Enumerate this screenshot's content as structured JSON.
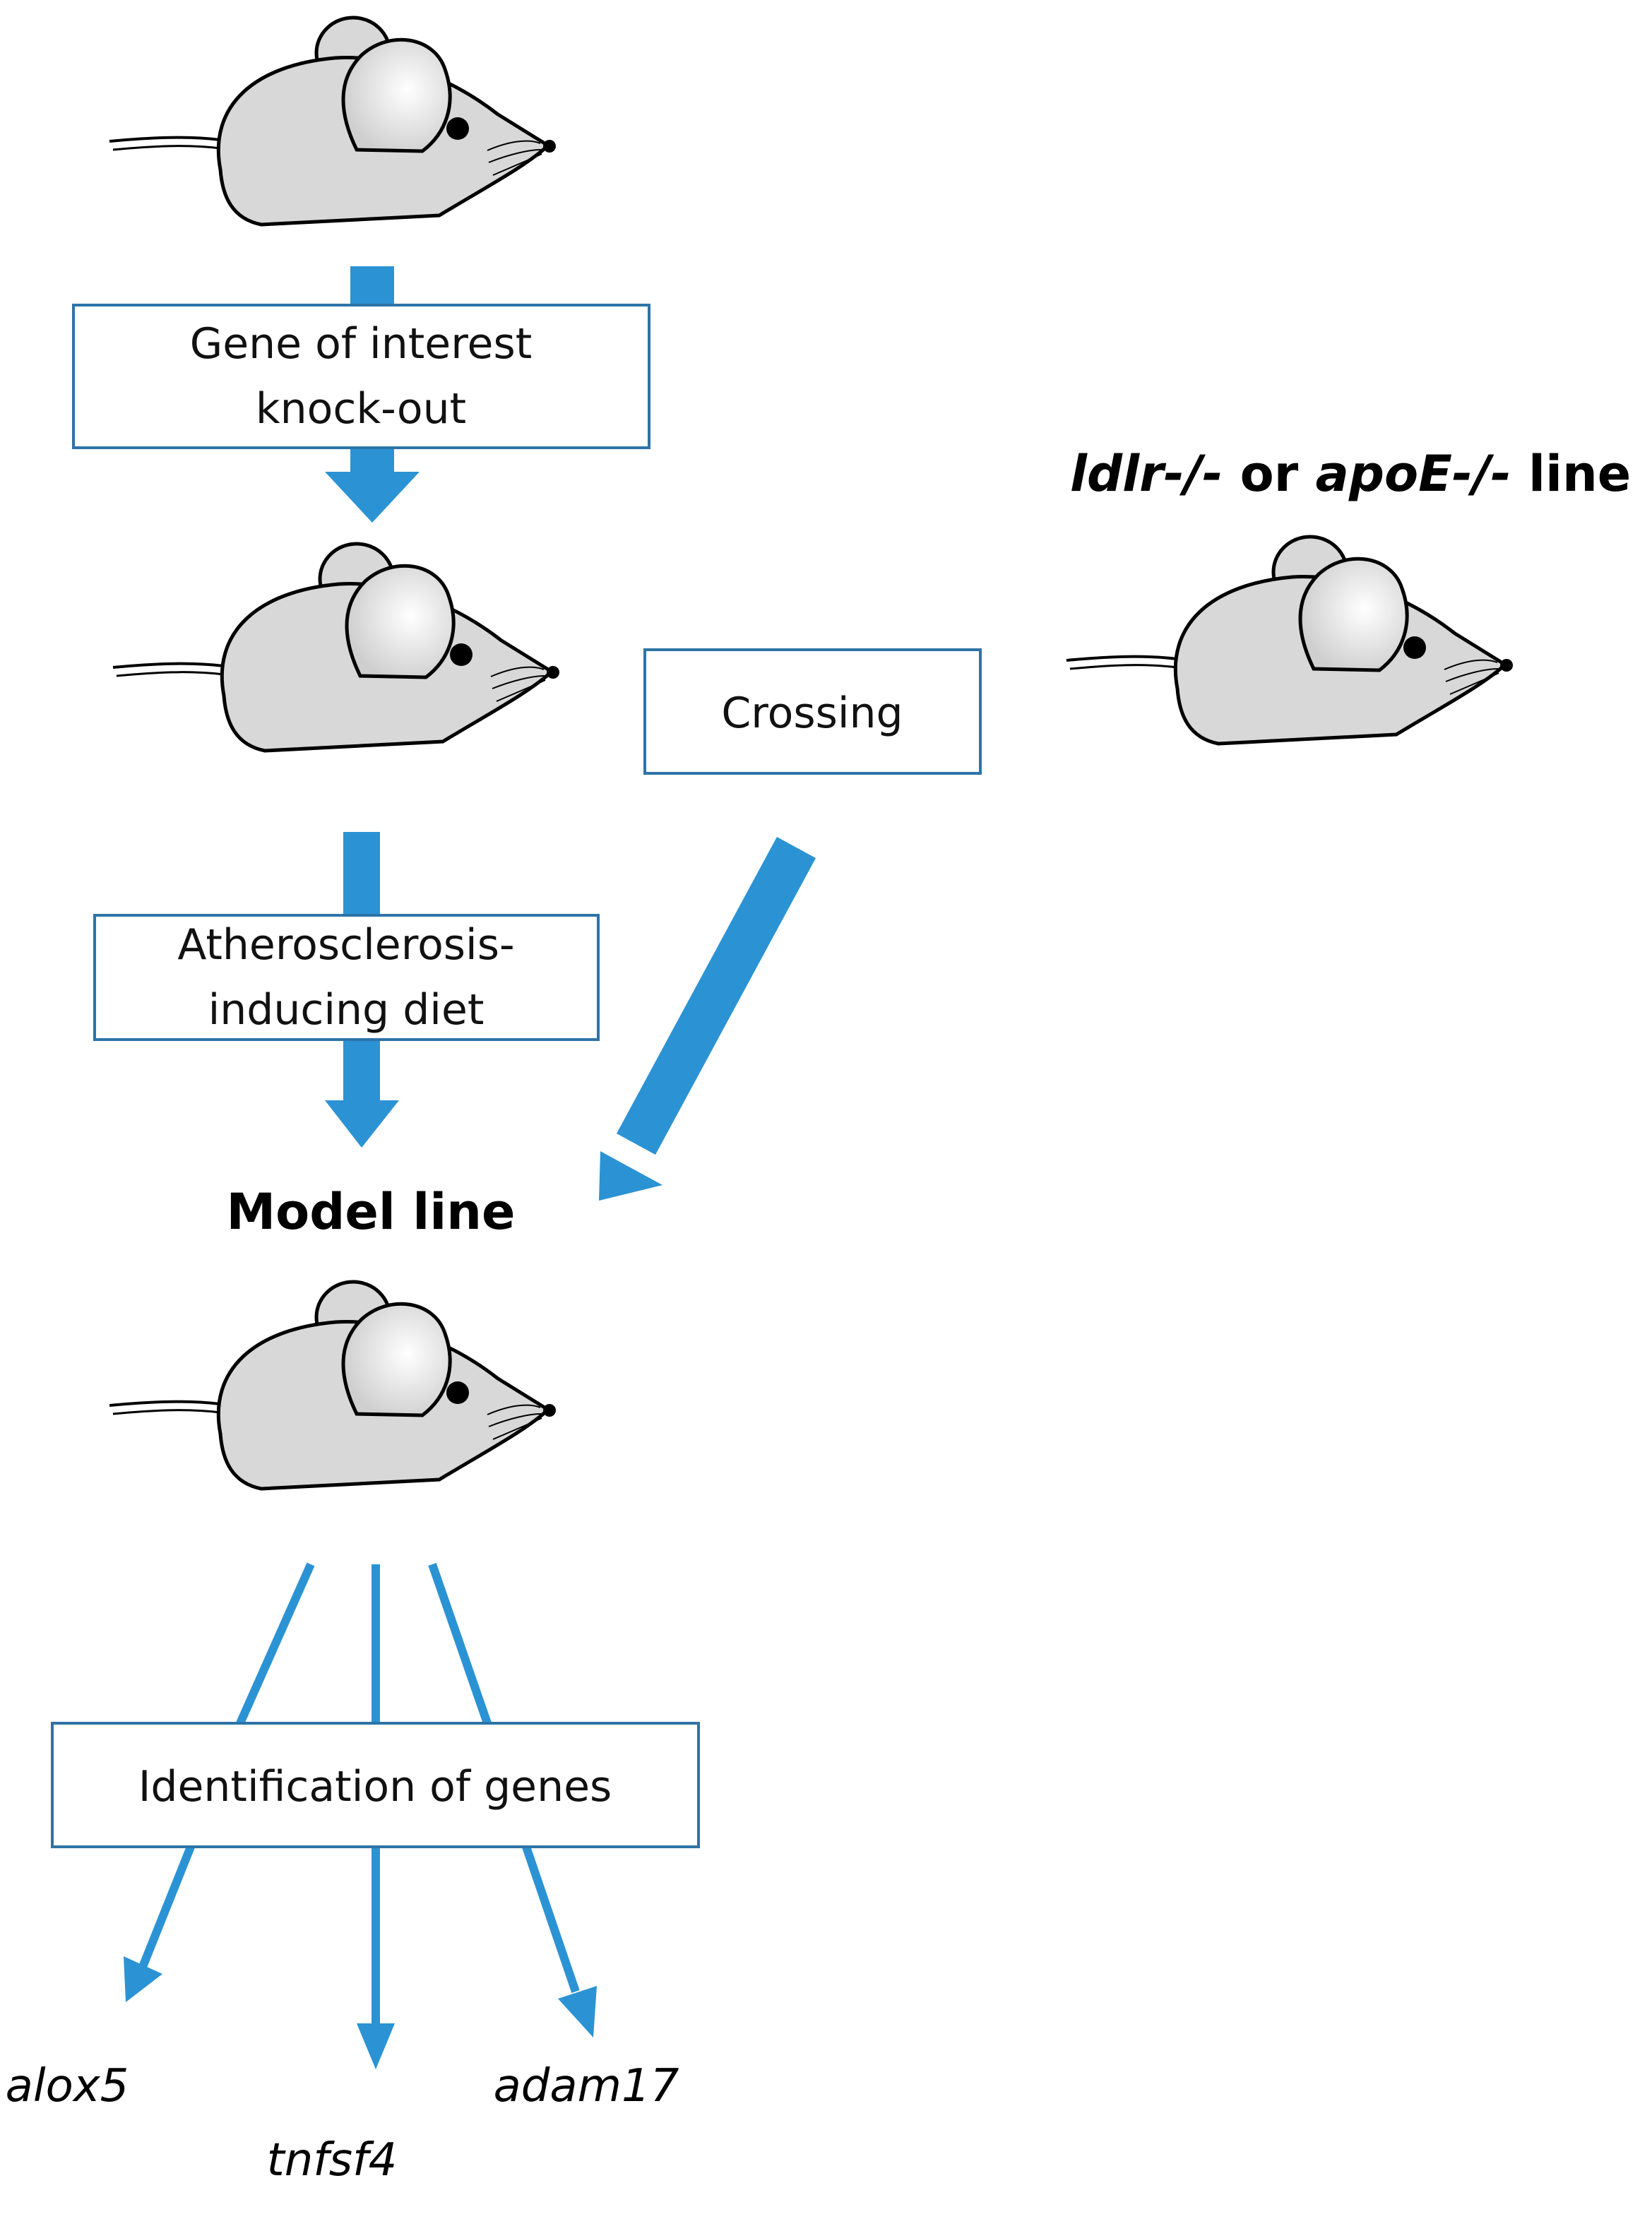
{
  "colors": {
    "accent": "#2b93d4",
    "box_border": "#2d74a8",
    "mouse_fill": "#d8d8d8",
    "mouse_outline": "#000000"
  },
  "steps": {
    "knockout": "Gene of interest knock-out",
    "knockout_lines": [
      "Gene of interest",
      "knock-out"
    ],
    "crossing": "Crossing",
    "diet_lines": [
      "Atherosclerosis-",
      "inducing diet"
    ],
    "identification": "Identification of genes"
  },
  "labels": {
    "ko_line_part1": "ldlr-/-",
    "ko_line_part2": " or ",
    "ko_line_part3": "apoE-/-",
    "ko_line_part4": " line",
    "model_line": "Model line"
  },
  "genes": [
    "alox5",
    "tnfsf4",
    "adam17"
  ],
  "icons": [
    "mouse-icon"
  ]
}
